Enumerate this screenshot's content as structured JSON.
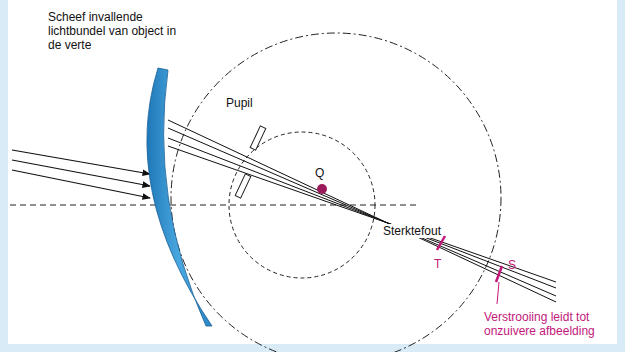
{
  "diagram": {
    "labels": [
      "Scheef invallende lichtbundel van object in de verte",
      "Pupil",
      "Q",
      "Sterktefout",
      "T",
      "S",
      "Verstrooiing leidt tot onzuivere afbeelding"
    ]
  }
}
